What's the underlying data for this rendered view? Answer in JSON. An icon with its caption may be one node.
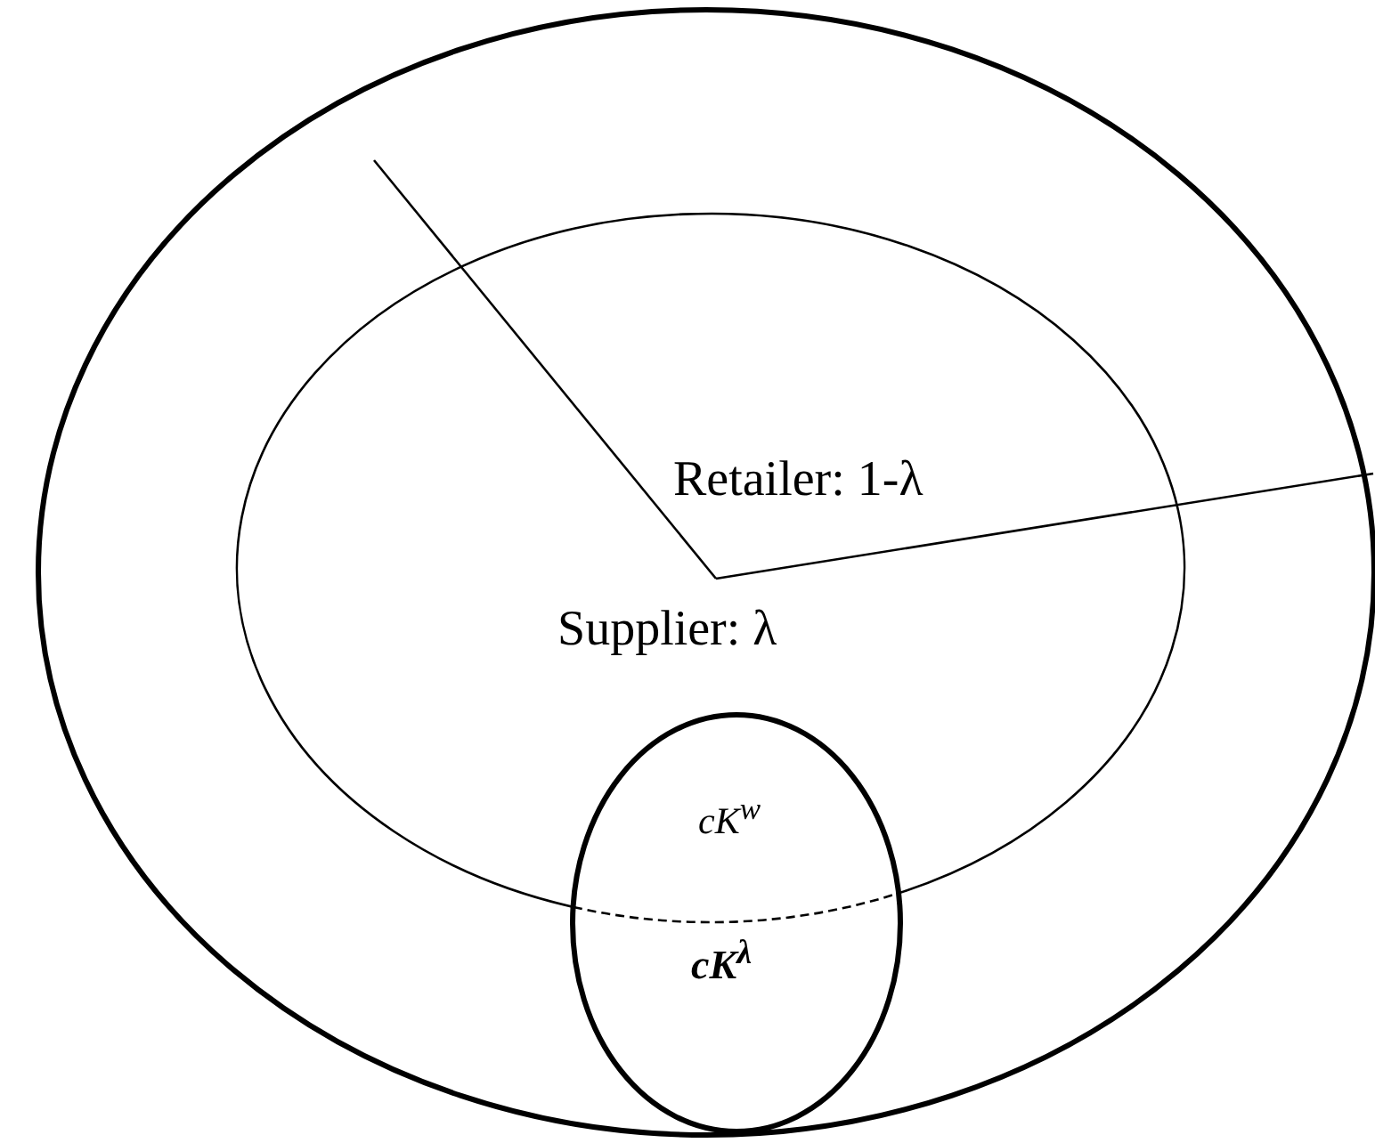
{
  "diagram": {
    "nodes": [
      {
        "text": [],
        "shape": "ellipse"
      },
      {
        "text": [
          "Retailer: 1-λ",
          "Supplier: λ"
        ],
        "in": 0
      },
      {
        "text": [
          "cK$^{w}$",
          "cK$^{λ}$"
        ],
        "in": 0
      }
    ]
  }
}
